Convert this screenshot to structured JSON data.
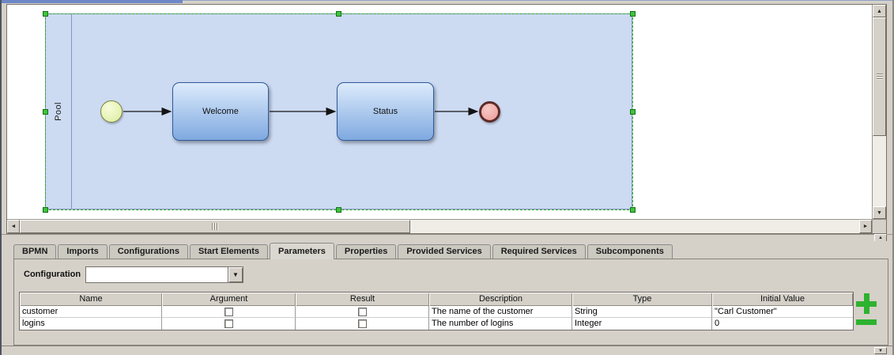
{
  "diagram": {
    "pool_label": "Pool",
    "tasks": [
      {
        "label": "Welcome"
      },
      {
        "label": "Status"
      }
    ]
  },
  "icons": {
    "up_arrow": "▲",
    "down_arrow": "▼",
    "left_arrow": "◄",
    "right_arrow": "►",
    "combo_arrow": "▼"
  },
  "tabs": {
    "items": [
      {
        "label": "BPMN",
        "selected": false
      },
      {
        "label": "Imports",
        "selected": false
      },
      {
        "label": "Configurations",
        "selected": false
      },
      {
        "label": "Start Elements",
        "selected": false
      },
      {
        "label": "Parameters",
        "selected": true
      },
      {
        "label": "Properties",
        "selected": false
      },
      {
        "label": "Provided Services",
        "selected": false
      },
      {
        "label": "Required Services",
        "selected": false
      },
      {
        "label": "Subcomponents",
        "selected": false
      }
    ]
  },
  "configuration": {
    "label": "Configuration",
    "value": ""
  },
  "parameters_table": {
    "columns": [
      "Name",
      "Argument",
      "Result",
      "Description",
      "Type",
      "Initial Value"
    ],
    "rows": [
      {
        "name": "customer",
        "argument_checked": false,
        "result_checked": false,
        "description": "The name of the customer",
        "type": "String",
        "initial_value": "\"Carl Customer\""
      },
      {
        "name": "logins",
        "argument_checked": false,
        "result_checked": false,
        "description": "The number of logins",
        "type": "Integer",
        "initial_value": "0"
      }
    ]
  },
  "colors": {
    "selection_green": "#3ec43e",
    "add_remove_green": "#2eb230",
    "pool_fill": "#ccdaf2",
    "task_border": "#2f5a99",
    "editor_tab_blue": "#6d87c7"
  }
}
